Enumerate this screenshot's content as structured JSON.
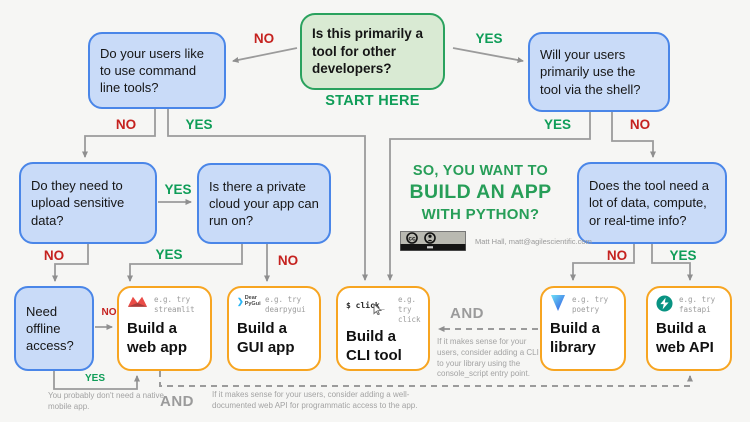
{
  "colors": {
    "yes": "#0f9d58",
    "no": "#c5221f",
    "question_fill": "#c9dbf8",
    "question_border": "#4a86e8",
    "start_fill": "#d9ead3",
    "start_border": "#2aa25e",
    "outcome_border": "#f7a521",
    "title_green": "#279e58",
    "line": "#9b9b9b"
  },
  "start": {
    "question": "Is this primarily a tool for other developers?",
    "label": "START HERE"
  },
  "labels": {
    "yes": "YES",
    "no": "NO",
    "and": "AND"
  },
  "questions": {
    "cli_users": "Do your users like to use command line tools?",
    "shell": "Will your users primarily use the tool via the shell?",
    "sensitive_data": "Do they need to upload sensitive data?",
    "private_cloud": "Is there a private cloud your app can run on?",
    "data_compute": "Does the tool need a lot of data, compute, or real-time info?",
    "offline": "Need offline access?"
  },
  "title": {
    "line1": "SO, YOU WANT TO",
    "line2": "BUILD AN APP",
    "line3": "WITH PYTHON?"
  },
  "attribution": "Matt Hall, matt@agilescientific.com",
  "outcomes": {
    "web_app": {
      "name": "Build a web app",
      "eg": "e.g. try",
      "lib": "streamlit"
    },
    "gui_app": {
      "name": "Build a GUI app",
      "eg": "e.g. try",
      "lib": "dearpygui"
    },
    "cli_tool": {
      "name": "Build a CLI tool",
      "eg": "e.g. try",
      "lib": "click"
    },
    "library": {
      "name": "Build a library",
      "eg": "e.g. try",
      "lib": "poetry"
    },
    "web_api": {
      "name": "Build a web API",
      "eg": "e.g. try",
      "lib": "fastapi"
    }
  },
  "icons": {
    "click_prompt": "$ click",
    "dearpygui_text": "Dear PyGui"
  },
  "notes": {
    "mobile": "You probably don't need a native mobile app.",
    "cli": "If it makes sense for your users, consider adding a CLI to your library using the console_script entry point.",
    "web_api": "If it makes sense for your users, consider adding a well-documented web API for programmatic access to the app."
  }
}
